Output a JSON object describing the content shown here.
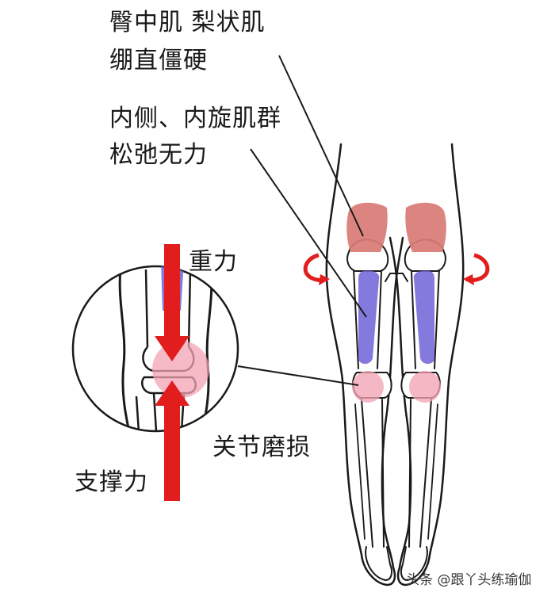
{
  "labels": {
    "gluteal_line1": "臀中肌 梨状肌",
    "gluteal_line2": "绷直僵硬",
    "inner_line1": "内侧、内旋肌群",
    "inner_line2": "松弛无力",
    "gravity": "重力",
    "support": "支撑力",
    "joint_wear": "关节磨损"
  },
  "watermark": "头条 @跟丫头练瑜伽",
  "colors": {
    "outline": "#1a1a1a",
    "gluteal_muscle": "#d97b75",
    "inner_muscle": "#6f63d8",
    "knee_highlight": "#f3a3b4",
    "arrow": "#e21d1d"
  }
}
